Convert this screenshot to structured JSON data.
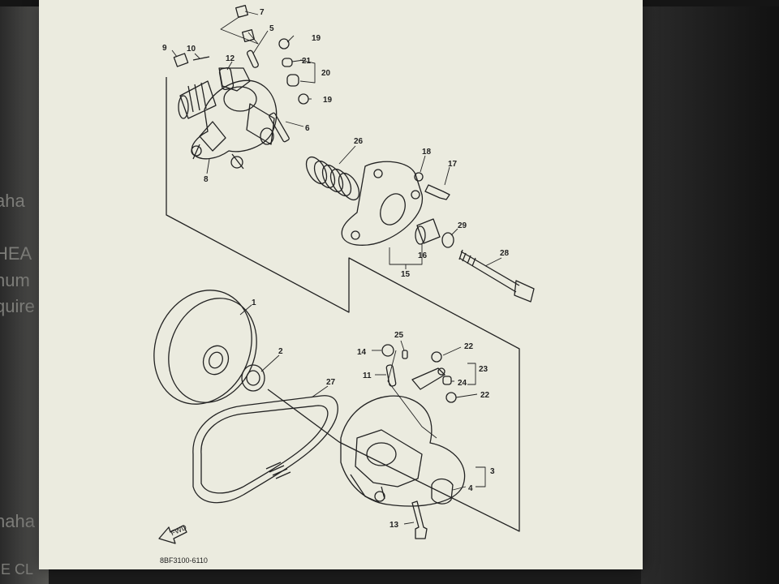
{
  "background_text": [
    "aha",
    "HEA",
    "num",
    "quire",
    "naha M",
    "IE CL"
  ],
  "part_labels": {
    "p1": "1",
    "p2": "2",
    "p3": "3",
    "p4": "4",
    "p5": "5",
    "p6": "6",
    "p7": "7",
    "p8": "8",
    "p9": "9",
    "p10": "10",
    "p11": "11",
    "p12": "12",
    "p13": "13",
    "p14": "14",
    "p15": "15",
    "p16": "16",
    "p17": "17",
    "p18": "18",
    "p19a": "19",
    "p19b": "19",
    "p20": "20",
    "p21": "21",
    "p22a": "22",
    "p22b": "22",
    "p23": "23",
    "p24": "24",
    "p25": "25",
    "p26": "26",
    "p27": "27",
    "p28": "28",
    "p29": "29"
  },
  "front_marker": "FWD",
  "drawing_code": "8BF3100-6110",
  "colors": {
    "paper": "#ebebdf",
    "ink": "#222222",
    "monitor": "#1c1c1c"
  }
}
